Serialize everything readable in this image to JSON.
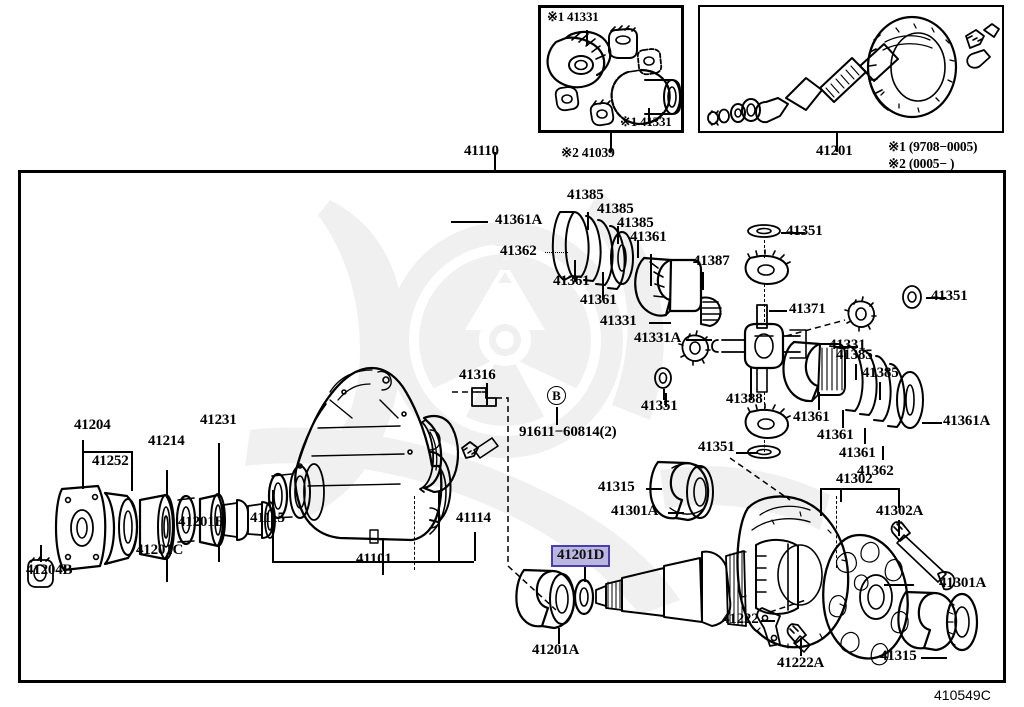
{
  "document": {
    "type": "automotive-parts-diagram",
    "diagram_code": "410549C",
    "assembly_label": "41110",
    "watermark": "toyota-wheel-watermark"
  },
  "insets": {
    "left": {
      "name": "inset-41039",
      "caption": "※2 41039",
      "internal_labels": [
        {
          "id": "a1",
          "text": "※1 41331"
        },
        {
          "id": "a2",
          "text": "※1 41331"
        }
      ]
    },
    "right": {
      "name": "inset-41201",
      "caption": "41201"
    }
  },
  "notes": [
    {
      "id": "note1",
      "text": "※1 (9708−0005)"
    },
    {
      "id": "note2",
      "text": "※2 (0005−     )"
    }
  ],
  "callouts": [
    {
      "id": "c_41110",
      "text": "41110",
      "highlight": false
    },
    {
      "id": "c_41385a",
      "text": "41385",
      "highlight": false
    },
    {
      "id": "c_41385b",
      "text": "41385",
      "highlight": false
    },
    {
      "id": "c_41385c",
      "text": "41385",
      "highlight": false
    },
    {
      "id": "c_41361A_l",
      "text": "41361A",
      "highlight": false
    },
    {
      "id": "c_41362_l",
      "text": "41362",
      "highlight": false
    },
    {
      "id": "c_41361_l1",
      "text": "41361",
      "highlight": false
    },
    {
      "id": "c_41361_l2",
      "text": "41361",
      "highlight": false
    },
    {
      "id": "c_41361_l3",
      "text": "41361",
      "highlight": false
    },
    {
      "id": "c_41331_l",
      "text": "41331",
      "highlight": false
    },
    {
      "id": "c_41331A",
      "text": "41331A",
      "highlight": false
    },
    {
      "id": "c_41387",
      "text": "41387",
      "highlight": false
    },
    {
      "id": "c_41351_t",
      "text": "41351",
      "highlight": false
    },
    {
      "id": "c_41351_r",
      "text": "41351",
      "highlight": false
    },
    {
      "id": "c_41351_m",
      "text": "41351",
      "highlight": false
    },
    {
      "id": "c_41351_b",
      "text": "41351",
      "highlight": false
    },
    {
      "id": "c_41371",
      "text": "41371",
      "highlight": false
    },
    {
      "id": "c_41388",
      "text": "41388",
      "highlight": false
    },
    {
      "id": "c_41331_r",
      "text": "41331",
      "highlight": false
    },
    {
      "id": "c_41385d",
      "text": "41385",
      "highlight": false
    },
    {
      "id": "c_41385e",
      "text": "41385",
      "highlight": false
    },
    {
      "id": "c_41361_r1",
      "text": "41361",
      "highlight": false
    },
    {
      "id": "c_41361_r2",
      "text": "41361",
      "highlight": false
    },
    {
      "id": "c_41361_r3",
      "text": "41361",
      "highlight": false
    },
    {
      "id": "c_41362_r",
      "text": "41362",
      "highlight": false
    },
    {
      "id": "c_41361A_r",
      "text": "41361A",
      "highlight": false
    },
    {
      "id": "c_41302",
      "text": "41302",
      "highlight": false
    },
    {
      "id": "c_41302A",
      "text": "41302A",
      "highlight": false
    },
    {
      "id": "c_41301A_t",
      "text": "41301A",
      "highlight": false
    },
    {
      "id": "c_41301A_b",
      "text": "41301A",
      "highlight": false
    },
    {
      "id": "c_41315_t",
      "text": "41315",
      "highlight": false
    },
    {
      "id": "c_41315_b",
      "text": "41315",
      "highlight": false
    },
    {
      "id": "c_41222",
      "text": "41222",
      "highlight": false
    },
    {
      "id": "c_41222A",
      "text": "41222A",
      "highlight": false
    },
    {
      "id": "c_41204",
      "text": "41204",
      "highlight": false
    },
    {
      "id": "c_41204B",
      "text": "41204B",
      "highlight": false
    },
    {
      "id": "c_41252",
      "text": "41252",
      "highlight": false
    },
    {
      "id": "c_41214",
      "text": "41214",
      "highlight": false
    },
    {
      "id": "c_41231",
      "text": "41231",
      "highlight": false
    },
    {
      "id": "c_41201B",
      "text": "41201B",
      "highlight": false
    },
    {
      "id": "c_41201C",
      "text": "41201C",
      "highlight": false
    },
    {
      "id": "c_41115",
      "text": "41115",
      "highlight": false
    },
    {
      "id": "c_41101",
      "text": "41101",
      "highlight": false
    },
    {
      "id": "c_41114",
      "text": "41114",
      "highlight": false
    },
    {
      "id": "c_41316",
      "text": "41316",
      "highlight": false
    },
    {
      "id": "c_bolt",
      "text": "91611−60814(2)",
      "highlight": false
    },
    {
      "id": "c_bolt_mark",
      "text": "B",
      "highlight": false
    },
    {
      "id": "c_41201D",
      "text": "41201D",
      "highlight": true
    },
    {
      "id": "c_41201A",
      "text": "41201A",
      "highlight": false
    }
  ],
  "highlight_style": {
    "fill": "#b9b6e2",
    "border": "#4a3fa8"
  }
}
